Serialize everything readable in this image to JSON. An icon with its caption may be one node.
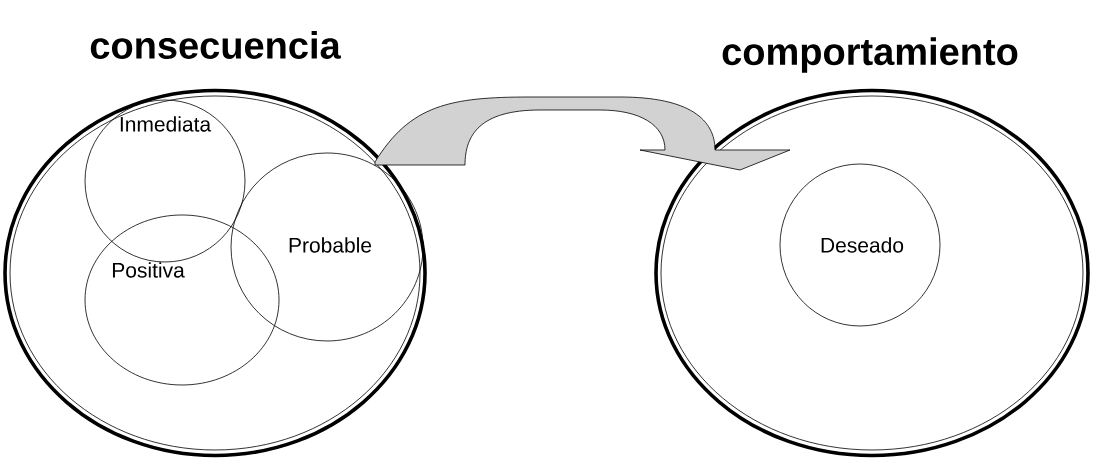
{
  "diagram": {
    "nodes": [
      {
        "text": [
          "consecuencia"
        ]
      },
      {
        "text": [
          "Inmediata"
        ],
        "in": 0
      },
      {
        "text": [
          "Probable"
        ],
        "in": 0
      },
      {
        "text": [
          "Positiva"
        ],
        "in": 0
      },
      {
        "text": [
          "comportamiento"
        ]
      },
      {
        "text": [
          "Deseado"
        ],
        "in": 4
      }
    ],
    "edges": [
      {
        "from": 0,
        "to": 4,
        "arrow": "to"
      }
    ]
  }
}
